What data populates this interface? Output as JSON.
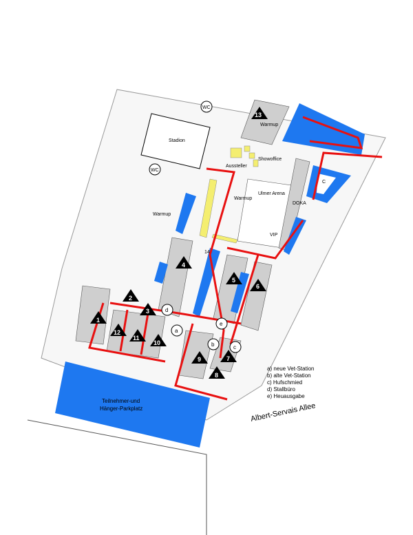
{
  "colors": {
    "water": "#1e78f0",
    "route": "#e81010",
    "building": "#cfcfcf",
    "exhibitor": "#f4ee70"
  },
  "labels": {
    "stadium": "Stadion",
    "wc": "WC",
    "warmup": "Warmup",
    "exhibitors": "Aussteller",
    "showoffice": "Showoffice",
    "arena": "Ulmer Arena",
    "doka": "DOKA",
    "vip": "VIP",
    "c_area": "C",
    "parking_line1": "Teilnehmer-und",
    "parking_line2": "Hänger-Parkplatz",
    "street": "Albert-Servais Allee"
  },
  "stables": [
    "1",
    "2",
    "3",
    "4",
    "5",
    "6",
    "7",
    "8",
    "9",
    "10",
    "11",
    "12",
    "13",
    "14"
  ],
  "markers": [
    "a",
    "b",
    "c",
    "d",
    "e"
  ],
  "legend": [
    "a) neue Vet-Station",
    "b) alte Vet-Station",
    "c) Hufschmied",
    "d) Stallbüro",
    "e) Heuausgabe"
  ]
}
